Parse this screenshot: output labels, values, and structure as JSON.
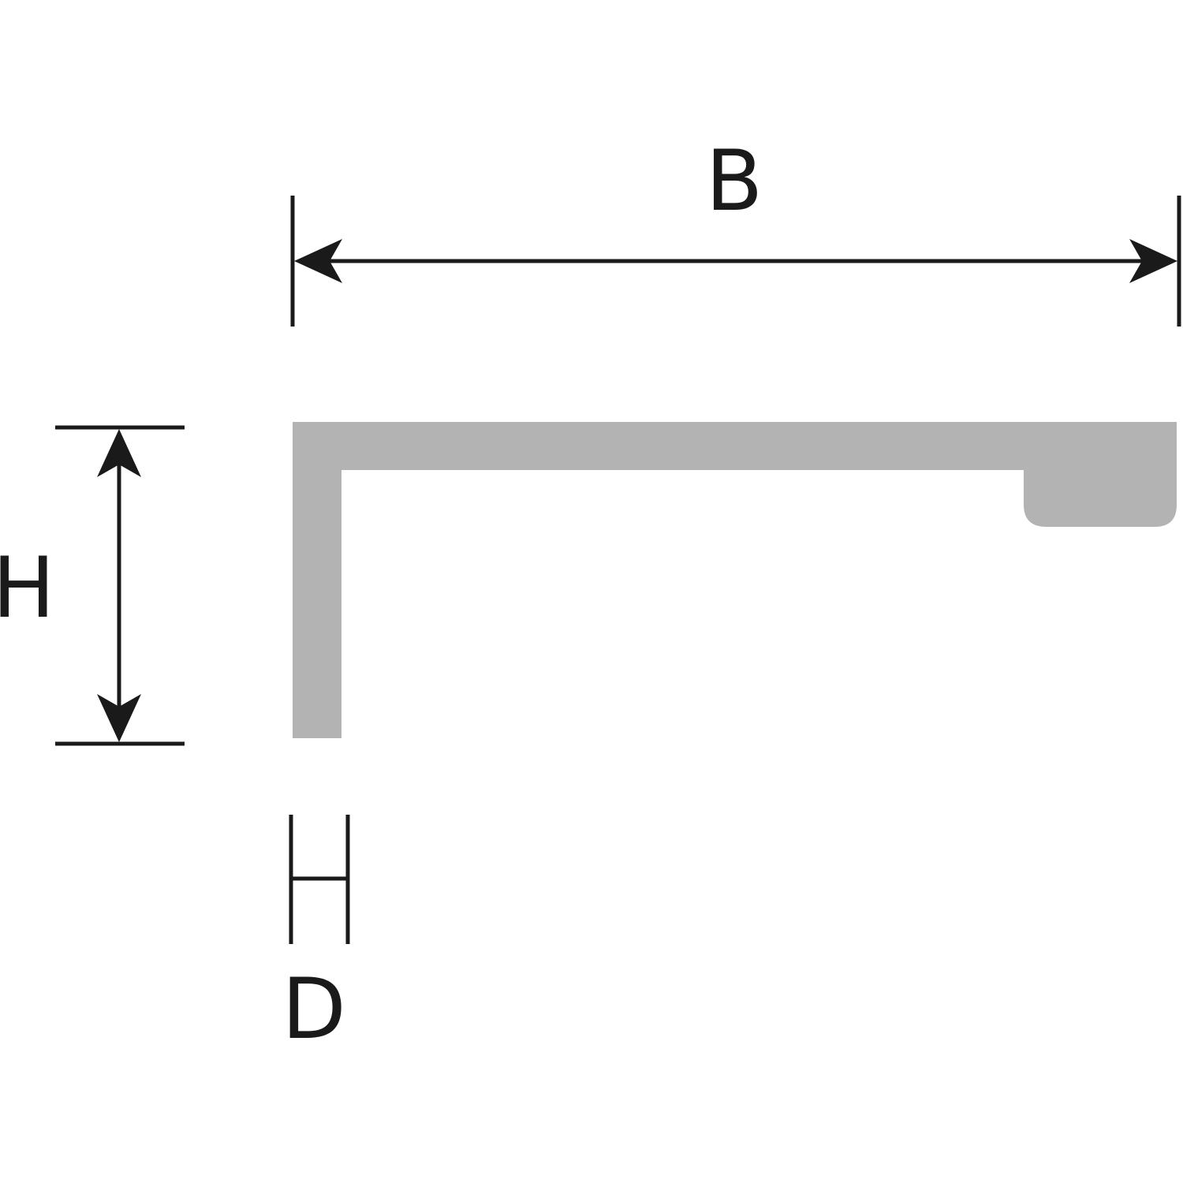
{
  "labels": {
    "width": "B",
    "height": "H",
    "thickness": "D"
  },
  "colors": {
    "profile": "#b2b3b2",
    "lines": "#1a1a1a",
    "background": "#ffffff"
  }
}
